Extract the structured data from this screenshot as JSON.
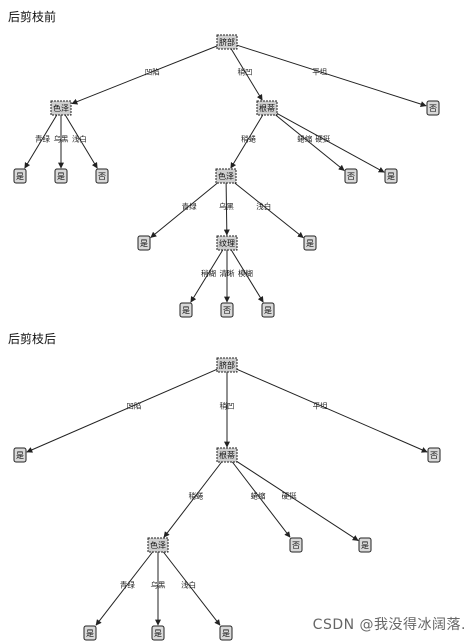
{
  "titles": {
    "before": "后剪枝前",
    "after": "后剪枝后"
  },
  "watermark": "CSDN @我没得冰阔落.",
  "trees": {
    "before": {
      "nodes": [
        {
          "id": "b_root",
          "label": "脐部",
          "kind": "feature"
        },
        {
          "id": "b_n1",
          "label": "色泽",
          "kind": "feature"
        },
        {
          "id": "b_n2",
          "label": "根蒂",
          "kind": "feature"
        },
        {
          "id": "b_n3",
          "label": "否",
          "kind": "leaf"
        },
        {
          "id": "b_n4",
          "label": "是",
          "kind": "leaf"
        },
        {
          "id": "b_n5",
          "label": "是",
          "kind": "leaf"
        },
        {
          "id": "b_n6",
          "label": "否",
          "kind": "leaf"
        },
        {
          "id": "b_n7",
          "label": "色泽",
          "kind": "feature"
        },
        {
          "id": "b_n8",
          "label": "否",
          "kind": "leaf"
        },
        {
          "id": "b_n9",
          "label": "是",
          "kind": "leaf"
        },
        {
          "id": "b_n10",
          "label": "是",
          "kind": "leaf"
        },
        {
          "id": "b_n11",
          "label": "纹理",
          "kind": "feature"
        },
        {
          "id": "b_n12",
          "label": "是",
          "kind": "leaf"
        },
        {
          "id": "b_n13",
          "label": "是",
          "kind": "leaf"
        },
        {
          "id": "b_n14",
          "label": "否",
          "kind": "leaf"
        },
        {
          "id": "b_n15",
          "label": "是",
          "kind": "leaf"
        }
      ],
      "edges": [
        {
          "from": "b_root",
          "to": "b_n1",
          "label": "凹陷"
        },
        {
          "from": "b_root",
          "to": "b_n2",
          "label": "稍凹"
        },
        {
          "from": "b_root",
          "to": "b_n3",
          "label": "平坦"
        },
        {
          "from": "b_n1",
          "to": "b_n4",
          "label": "青绿"
        },
        {
          "from": "b_n1",
          "to": "b_n5",
          "label": "乌黑"
        },
        {
          "from": "b_n1",
          "to": "b_n6",
          "label": "浅白"
        },
        {
          "from": "b_n2",
          "to": "b_n7",
          "label": "稍蜷"
        },
        {
          "from": "b_n2",
          "to": "b_n8",
          "label": "蜷缩"
        },
        {
          "from": "b_n2",
          "to": "b_n9",
          "label": "硬挺"
        },
        {
          "from": "b_n7",
          "to": "b_n10",
          "label": "青绿"
        },
        {
          "from": "b_n7",
          "to": "b_n11",
          "label": "乌黑"
        },
        {
          "from": "b_n7",
          "to": "b_n12",
          "label": "浅白"
        },
        {
          "from": "b_n11",
          "to": "b_n13",
          "label": "稍糊"
        },
        {
          "from": "b_n11",
          "to": "b_n14",
          "label": "清晰"
        },
        {
          "from": "b_n11",
          "to": "b_n15",
          "label": "模糊"
        }
      ]
    },
    "after": {
      "nodes": [
        {
          "id": "a_root",
          "label": "脐部",
          "kind": "feature"
        },
        {
          "id": "a_n1",
          "label": "是",
          "kind": "leaf"
        },
        {
          "id": "a_n2",
          "label": "根蒂",
          "kind": "feature"
        },
        {
          "id": "a_n3",
          "label": "否",
          "kind": "leaf"
        },
        {
          "id": "a_n4",
          "label": "色泽",
          "kind": "feature"
        },
        {
          "id": "a_n5",
          "label": "否",
          "kind": "leaf"
        },
        {
          "id": "a_n6",
          "label": "是",
          "kind": "leaf"
        },
        {
          "id": "a_n7",
          "label": "是",
          "kind": "leaf"
        },
        {
          "id": "a_n8",
          "label": "是",
          "kind": "leaf"
        },
        {
          "id": "a_n9",
          "label": "是",
          "kind": "leaf"
        }
      ],
      "edges": [
        {
          "from": "a_root",
          "to": "a_n1",
          "label": "凹陷"
        },
        {
          "from": "a_root",
          "to": "a_n2",
          "label": "稍凹"
        },
        {
          "from": "a_root",
          "to": "a_n3",
          "label": "平坦"
        },
        {
          "from": "a_n2",
          "to": "a_n4",
          "label": "稍蜷"
        },
        {
          "from": "a_n2",
          "to": "a_n5",
          "label": "蜷缩"
        },
        {
          "from": "a_n2",
          "to": "a_n6",
          "label": "硬挺"
        },
        {
          "from": "a_n4",
          "to": "a_n7",
          "label": "青绿"
        },
        {
          "from": "a_n4",
          "to": "a_n8",
          "label": "乌黑"
        },
        {
          "from": "a_n4",
          "to": "a_n9",
          "label": "浅白"
        }
      ]
    }
  }
}
